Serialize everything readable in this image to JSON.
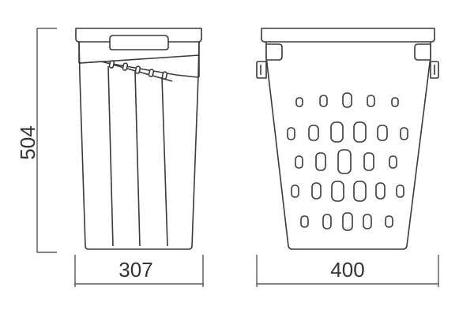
{
  "dimensions": {
    "height_label": "504",
    "side_width_label": "307",
    "front_width_label": "400"
  },
  "colors": {
    "line": "#3a3a3a",
    "fill": "#ffffff",
    "text": "#333333"
  }
}
